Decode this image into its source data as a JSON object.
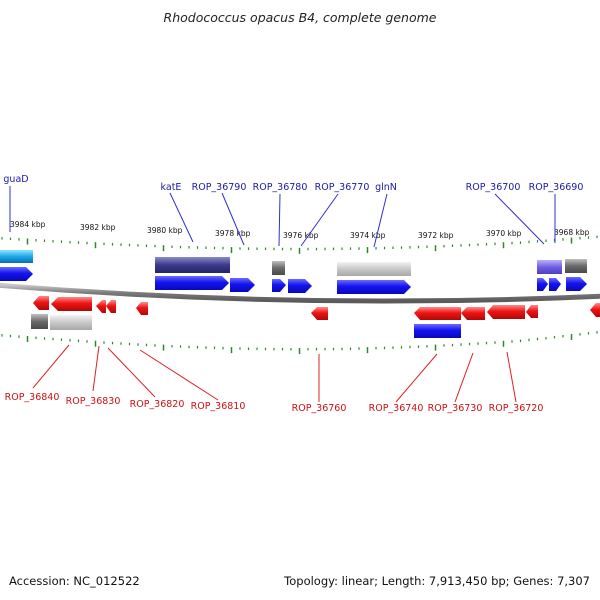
{
  "title": "Rhodococcus opacus B4, complete genome",
  "footer": {
    "accession": "Accession: NC_012522",
    "summary": "Topology: linear; Length: 7,913,450 bp; Genes: 7,307"
  },
  "colors": {
    "label_top": "#1a1aa8",
    "label_bottom": "#d01010",
    "leader_top": "#3030d0",
    "leader_bottom": "#e02020",
    "tick": "#2a8a2a",
    "backbone": "#8a8a8a"
  },
  "scale": {
    "labels": [
      "3984 kbp",
      "3982 kbp",
      "3980 kbp",
      "3978 kbp",
      "3976 kbp",
      "3974 kbp",
      "3972 kbp",
      "3970 kbp",
      "3968 kbp"
    ]
  },
  "top_labels": [
    "guaD",
    "katE",
    "ROP_36790",
    "ROP_36780",
    "ROP_36770",
    "glnN",
    "ROP_36700",
    "ROP_36690"
  ],
  "bottom_labels": [
    "ROP_36840",
    "ROP_36830",
    "ROP_36820",
    "ROP_36810",
    "ROP_36760",
    "ROP_36740",
    "ROP_36730",
    "ROP_36720"
  ]
}
